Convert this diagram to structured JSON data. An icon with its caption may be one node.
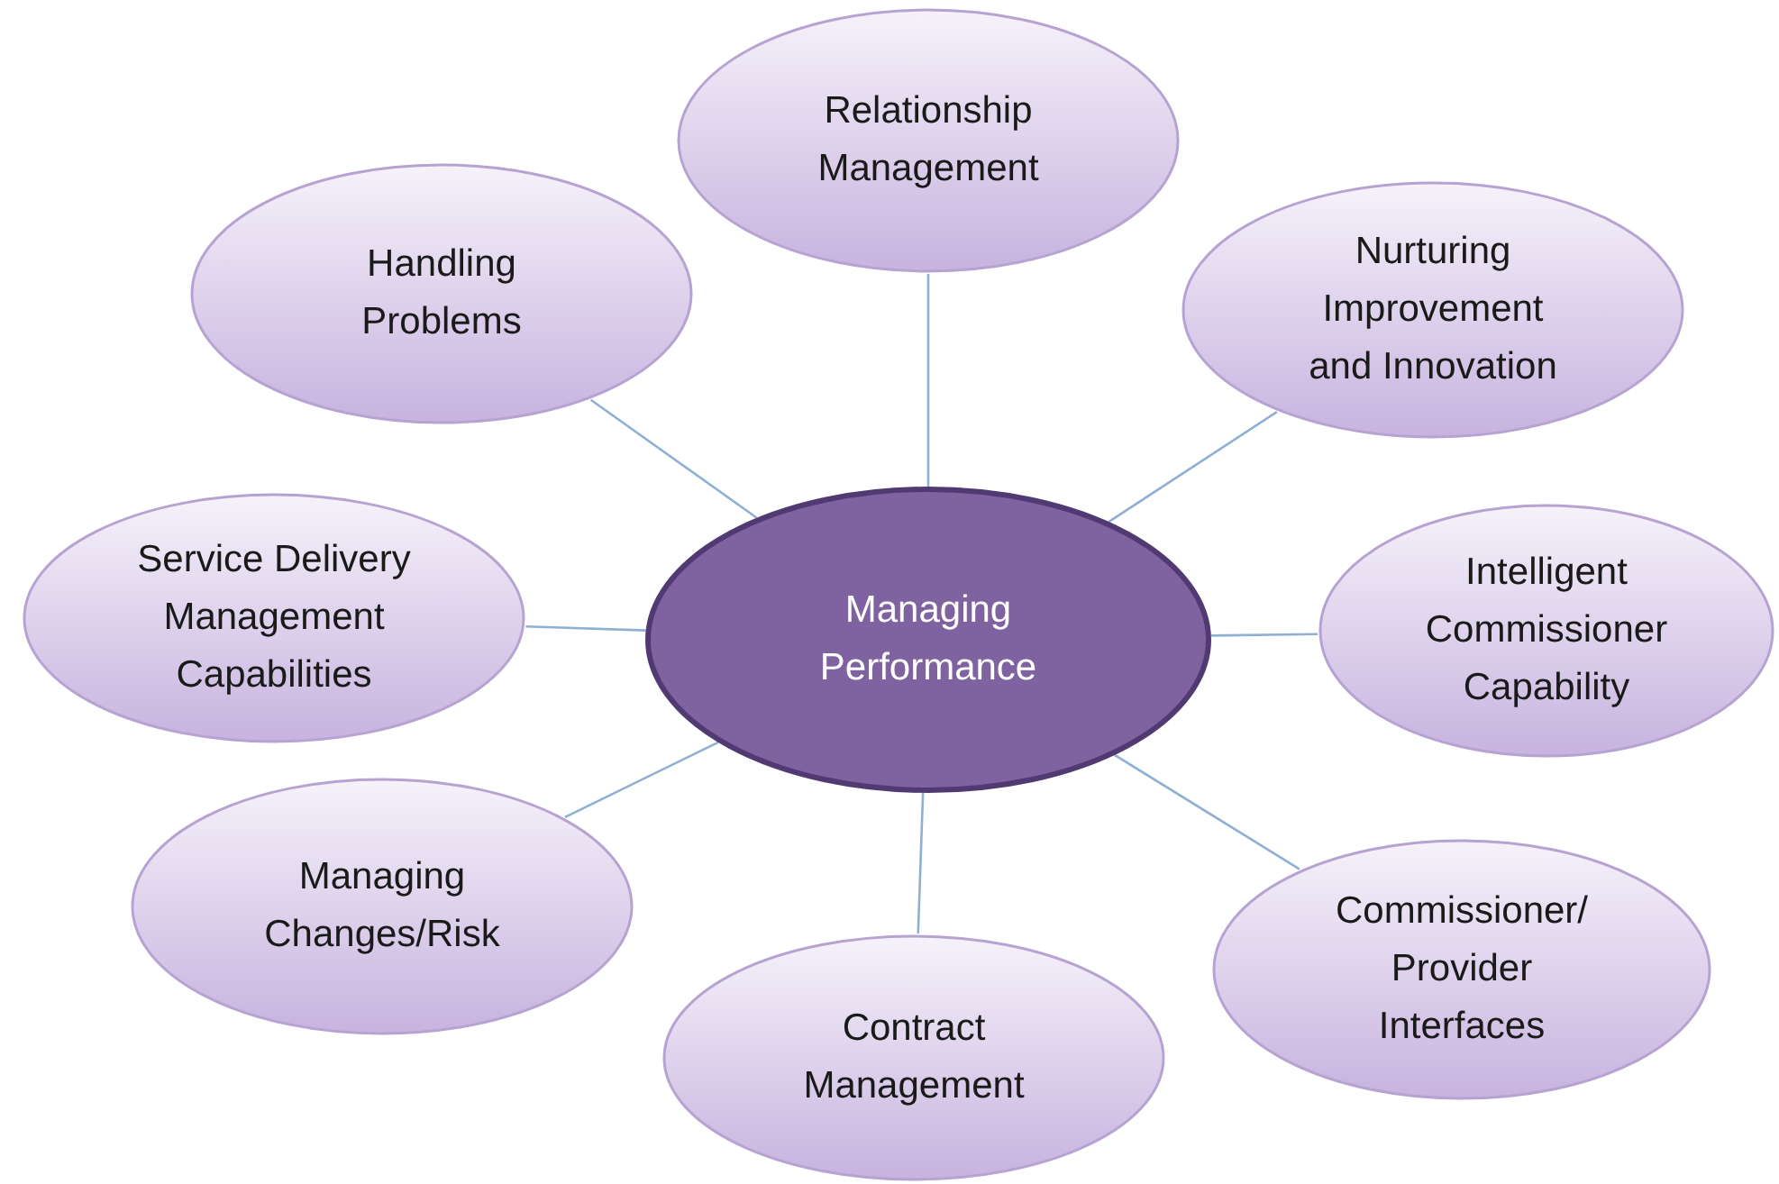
{
  "diagram": {
    "nodes": [
      {
        "text": [
          "Managing Performance"
        ]
      },
      {
        "text": [
          "Relationship Management"
        ]
      },
      {
        "text": [
          "Handling Problems"
        ]
      },
      {
        "text": [
          "Nurturing Improvement and Innovation"
        ]
      },
      {
        "text": [
          "Service Delivery Management Capabilities"
        ]
      },
      {
        "text": [
          "Intelligent Commissioner Capability"
        ]
      },
      {
        "text": [
          "Managing Changes/Risk"
        ]
      },
      {
        "text": [
          "Contract Management"
        ]
      },
      {
        "text": [
          "Commissioner/ Provider Interfaces"
        ]
      }
    ],
    "edges": [
      {
        "from": 0,
        "to": 1,
        "arrow": "none"
      },
      {
        "from": 0,
        "to": 2,
        "arrow": "none"
      },
      {
        "from": 0,
        "to": 3,
        "arrow": "none"
      },
      {
        "from": 0,
        "to": 4,
        "arrow": "none"
      },
      {
        "from": 0,
        "to": 5,
        "arrow": "none"
      },
      {
        "from": 0,
        "to": 6,
        "arrow": "none"
      },
      {
        "from": 0,
        "to": 7,
        "arrow": "none"
      },
      {
        "from": 0,
        "to": 8,
        "arrow": "none"
      }
    ]
  }
}
